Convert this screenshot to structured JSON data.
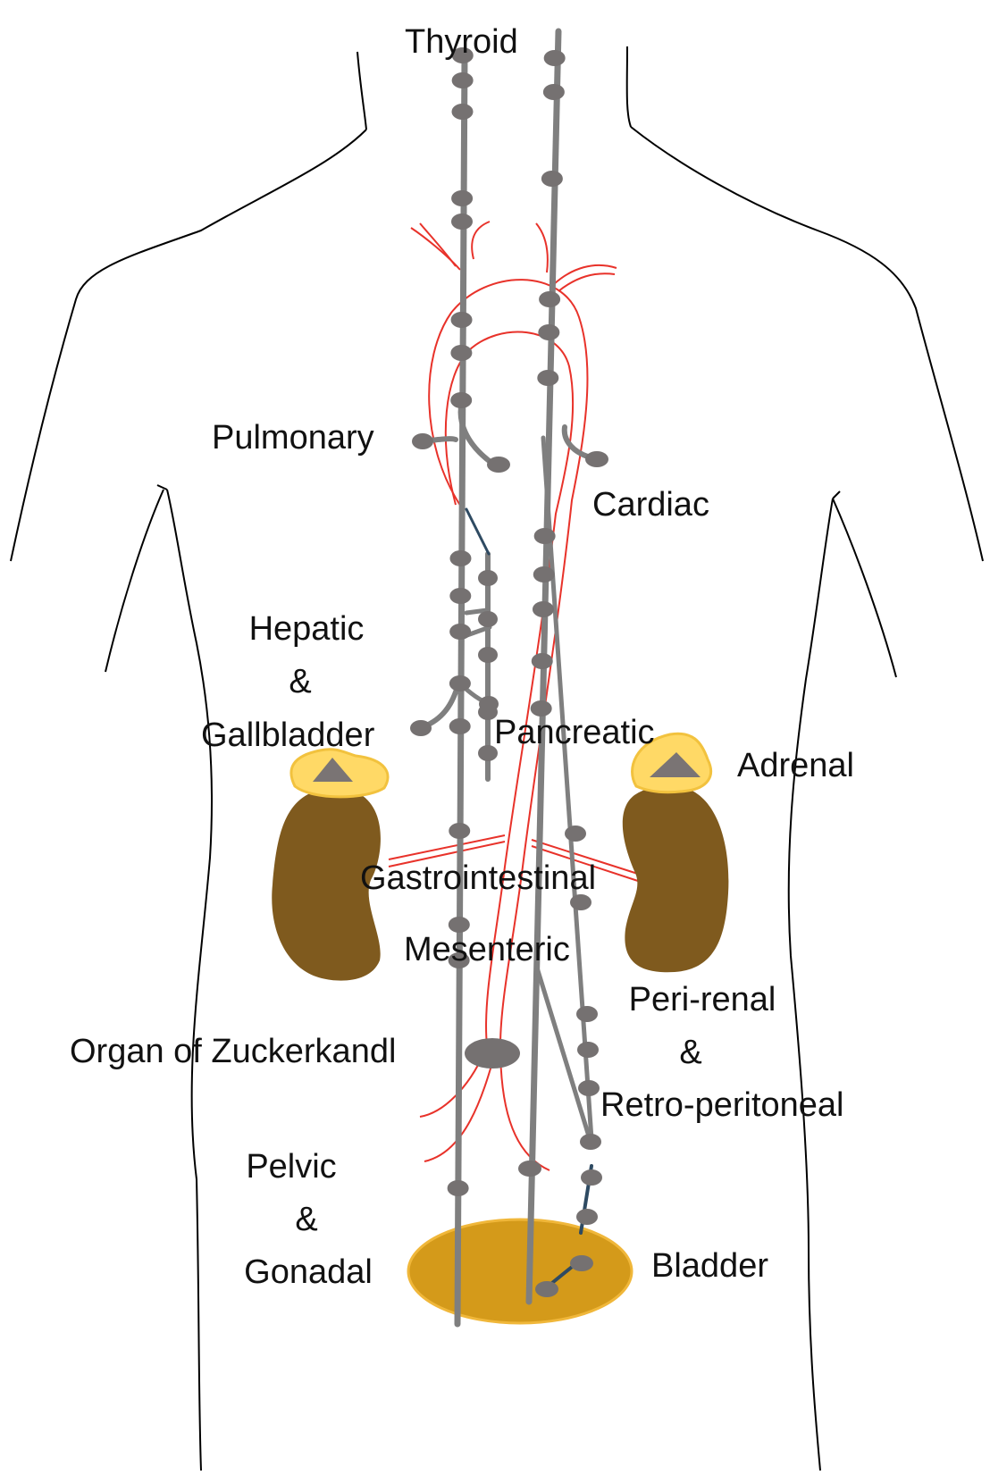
{
  "colors": {
    "body_outline": "#000000",
    "nerve_chain": "#7f7f7f",
    "ganglion": "#757171",
    "vessel": "#e8322a",
    "connector": "#2e4a62",
    "kidney": "#7f5a1e",
    "adrenal_fill": "#ffd966",
    "adrenal_core": "#7a7474",
    "bladder": "#d49a1a"
  },
  "labels": {
    "thyroid": "Thyroid",
    "pulmonary": "Pulmonary",
    "cardiac": "Cardiac",
    "hepatic": "Hepatic",
    "hepatic_amp": "&",
    "gallbladder": "Gallbladder",
    "pancreatic": "Pancreatic",
    "adrenal": "Adrenal",
    "gastrointestinal": "Gastrointestinal",
    "mesenteric": "Mesenteric",
    "perirenal": "Peri-renal",
    "perirenal_amp": "&",
    "retroperitoneal": "Retro-peritoneal",
    "zuckerkandl": "Organ of Zuckerkandl",
    "pelvic": "Pelvic",
    "pelvic_amp": "&",
    "gonadal": "Gonadal",
    "bladder": "Bladder"
  }
}
